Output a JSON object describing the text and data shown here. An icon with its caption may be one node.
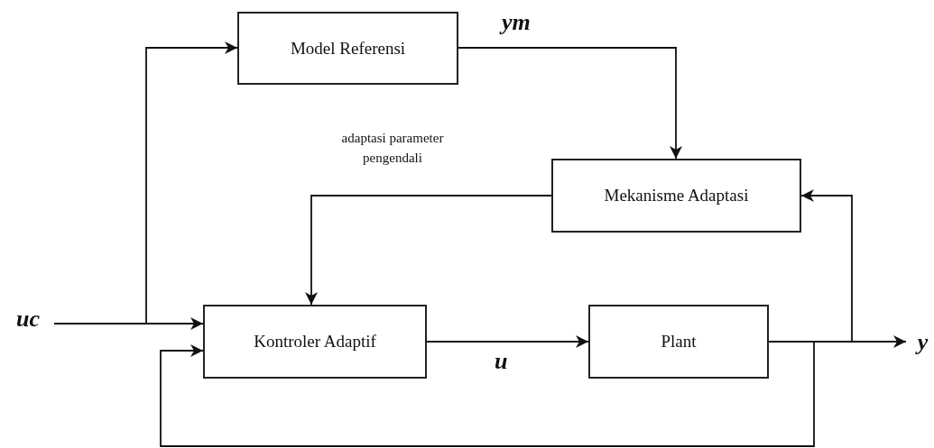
{
  "diagram": {
    "nodes": [
      {
        "text": [
          "Model Referensi"
        ]
      },
      {
        "text": [
          "Mekanisme Adaptasi"
        ]
      },
      {
        "text": [
          "Kontroler Adaptif"
        ]
      },
      {
        "text": [
          "Plant"
        ]
      },
      {
        "text": [
          "uc"
        ]
      },
      {
        "text": [
          "y"
        ]
      }
    ],
    "edges": [
      {
        "from": 4,
        "to": 2,
        "arrow": "to"
      },
      {
        "from": 4,
        "to": 0,
        "arrow": "to"
      },
      {
        "from": 0,
        "to": 1,
        "arrow": "to",
        "label": "ym"
      },
      {
        "from": 1,
        "to": 2,
        "arrow": "to",
        "label": "adaptasi parameter pengendali"
      },
      {
        "from": 2,
        "to": 3,
        "arrow": "to",
        "label": "u"
      },
      {
        "from": 3,
        "to": 5,
        "arrow": "to"
      },
      {
        "from": 3,
        "to": 1,
        "arrow": "to"
      },
      {
        "from": 3,
        "to": 2,
        "arrow": "to"
      }
    ]
  }
}
